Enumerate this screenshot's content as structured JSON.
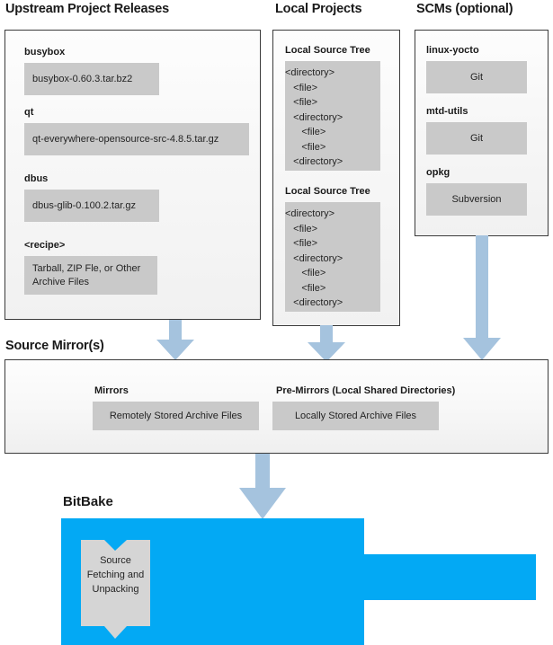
{
  "colors": {
    "arrow": "#a5c3de",
    "bitbake_blue": "#03a9f4",
    "grey_box": "#c9c9c9",
    "panel_border": "#3b3b3b"
  },
  "columns": {
    "upstream": {
      "title": "Upstream Project Releases",
      "entries": [
        {
          "label": "busybox",
          "value": "busybox-0.60.3.tar.bz2"
        },
        {
          "label": "qt",
          "value": "qt-everywhere-opensource-src-4.8.5.tar.gz"
        },
        {
          "label": "dbus",
          "value": "dbus-glib-0.100.2.tar.gz"
        },
        {
          "label": "<recipe>",
          "value_line1": "Tarball, ZIP Fle, or",
          "value_line2": "Other Archive Files"
        }
      ]
    },
    "local_projects": {
      "title": "Local Projects",
      "trees": [
        {
          "label": "Local Source Tree",
          "lines": [
            "<directory>",
            "   <file>",
            "   <file>",
            "   <directory>",
            "      <file>",
            "      <file>",
            "   <directory>"
          ]
        },
        {
          "label": "Local Source Tree",
          "lines": [
            "<directory>",
            "   <file>",
            "   <file>",
            "   <directory>",
            "      <file>",
            "      <file>",
            "   <directory>"
          ]
        }
      ]
    },
    "scms": {
      "title": "SCMs (optional)",
      "entries": [
        {
          "label": "linux-yocto",
          "value": "Git"
        },
        {
          "label": "mtd-utils",
          "value": "Git"
        },
        {
          "label": "opkg",
          "value": "Subversion"
        }
      ]
    }
  },
  "source_mirrors": {
    "title": "Source Mirror(s)",
    "groups": [
      {
        "label": "Mirrors",
        "value": "Remotely Stored Archive Files"
      },
      {
        "label": "Pre-Mirrors (Local Shared Directories)",
        "value": "Locally Stored Archive Files"
      }
    ]
  },
  "bitbake": {
    "title": "BitBake",
    "task": {
      "line1": "Source",
      "line2": "Fetching and",
      "line3": "Unpacking"
    }
  },
  "arrows": [
    {
      "name": "arrow-upstream-to-mirror"
    },
    {
      "name": "arrow-local-to-mirror"
    },
    {
      "name": "arrow-scms-to-mirror"
    },
    {
      "name": "arrow-mirror-to-bitbake"
    }
  ]
}
